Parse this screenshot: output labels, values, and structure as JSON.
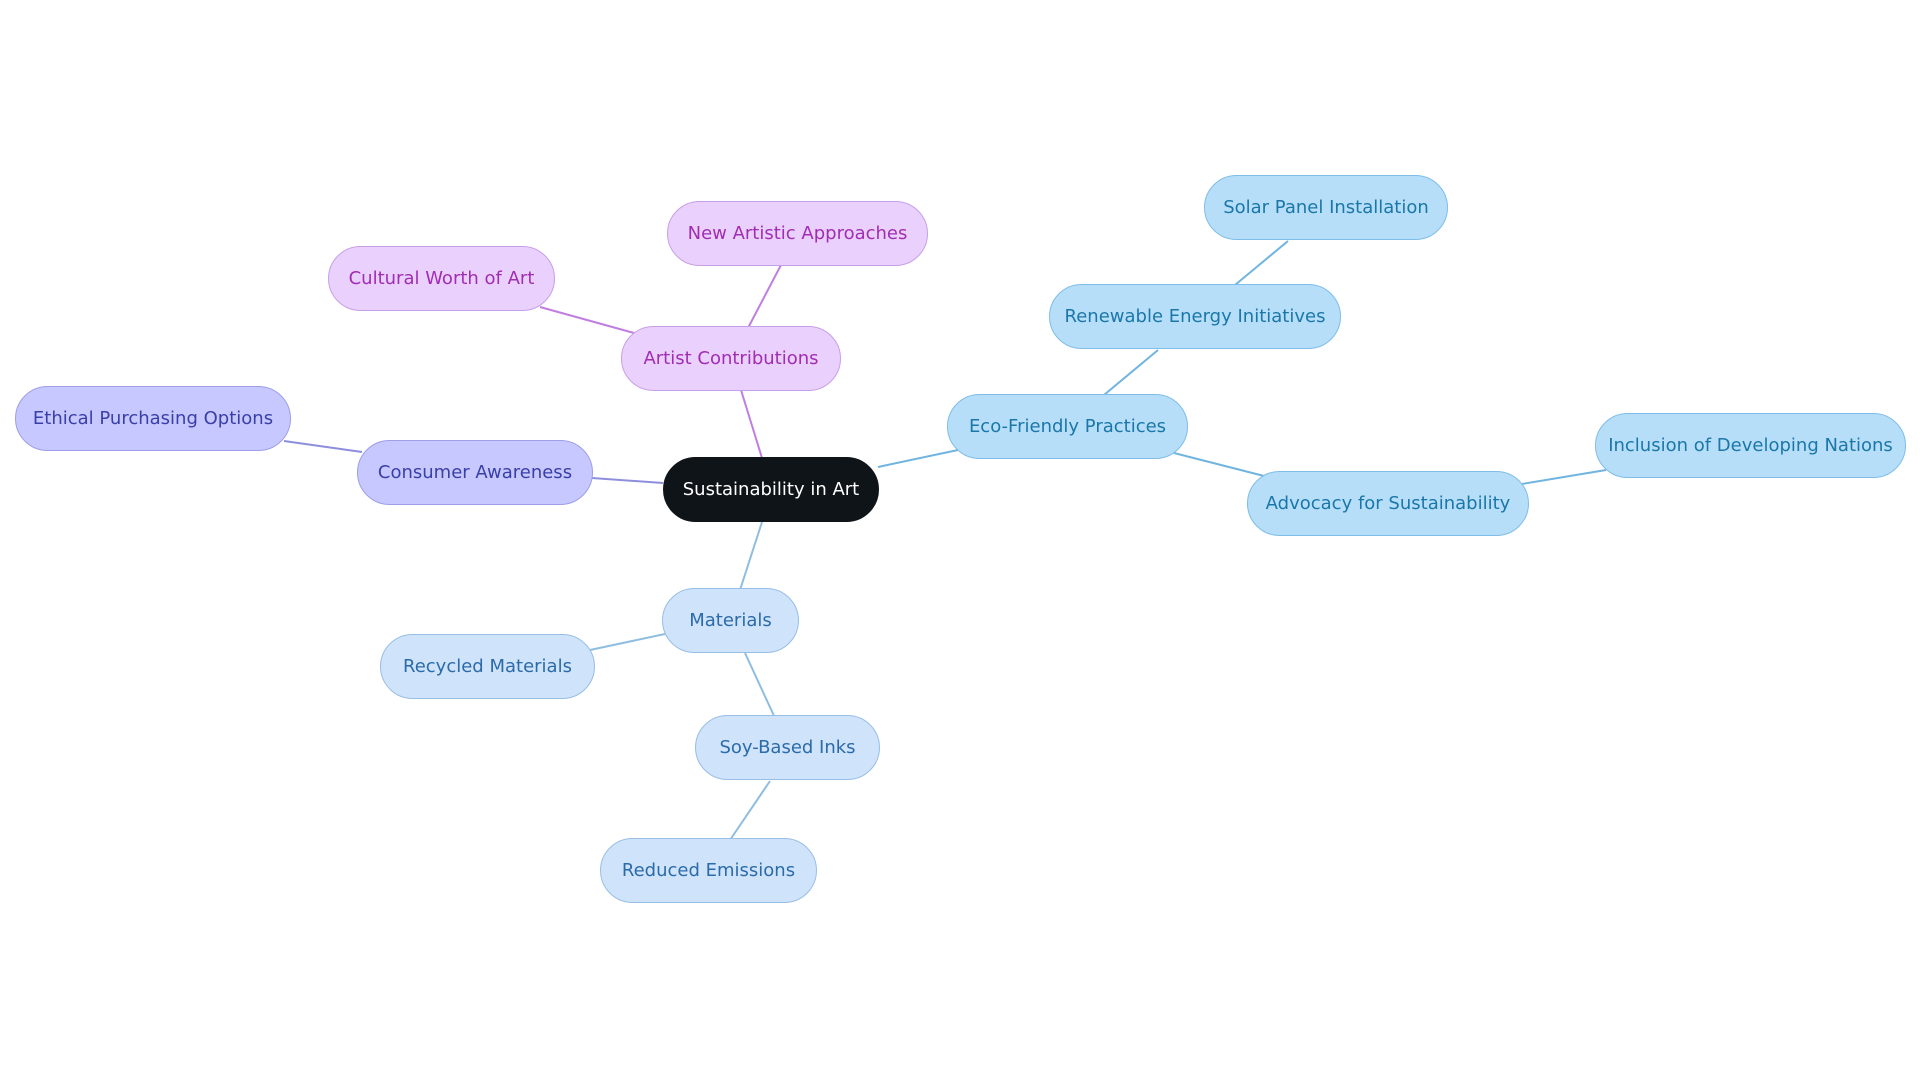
{
  "diagram": {
    "type": "mindmap",
    "root": "Sustainability in Art",
    "branches": {
      "artist_contributions": {
        "label": "Artist Contributions",
        "children": [
          "New Artistic Approaches",
          "Cultural Worth of Art"
        ]
      },
      "consumer_awareness": {
        "label": "Consumer Awareness",
        "children": [
          "Ethical Purchasing Options"
        ]
      },
      "eco_friendly_practices": {
        "label": "Eco-Friendly Practices",
        "renewable_energy": {
          "label": "Renewable Energy Initiatives",
          "children": [
            "Solar Panel Installation"
          ]
        },
        "advocacy": {
          "label": "Advocacy for Sustainability",
          "children": [
            "Inclusion of Developing Nations"
          ]
        }
      },
      "materials": {
        "label": "Materials",
        "children": [
          "Recycled Materials"
        ],
        "soy_based_inks": {
          "label": "Soy-Based Inks",
          "children": [
            "Reduced Emissions"
          ]
        }
      }
    },
    "colors": {
      "root_fill": "#0f1419",
      "artist_branch": "#ead0fc",
      "consumer_branch": "#c6c8ff",
      "eco_branch": "#b6def9",
      "materials_branch": "#cfe3fb"
    }
  }
}
